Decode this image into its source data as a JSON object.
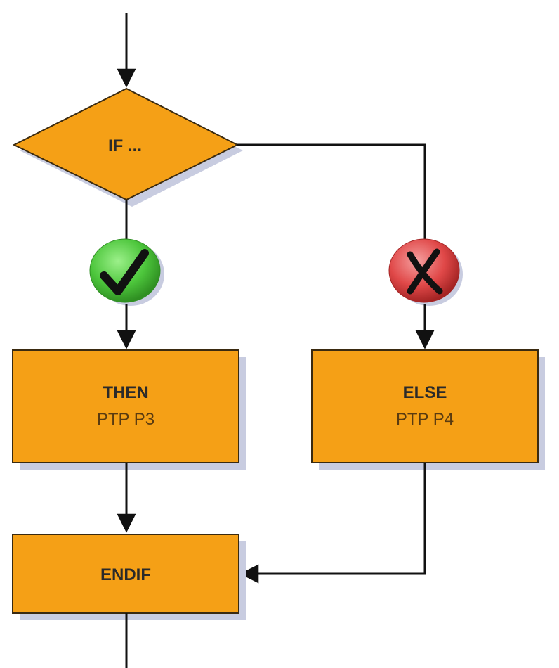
{
  "colors": {
    "node_fill": "#f5a016",
    "node_stroke": "#3a2a10",
    "shadow": "#c8cce0",
    "line": "#111111",
    "check_badge": "#4dc63c",
    "cross_badge": "#e04848"
  },
  "decision": {
    "label": "IF ..."
  },
  "then_box": {
    "title": "THEN",
    "subtitle": "PTP P3"
  },
  "else_box": {
    "title": "ELSE",
    "subtitle": "PTP P4"
  },
  "endif_box": {
    "title": "ENDIF"
  },
  "icons": {
    "true_branch": "check-icon",
    "false_branch": "cross-icon"
  }
}
